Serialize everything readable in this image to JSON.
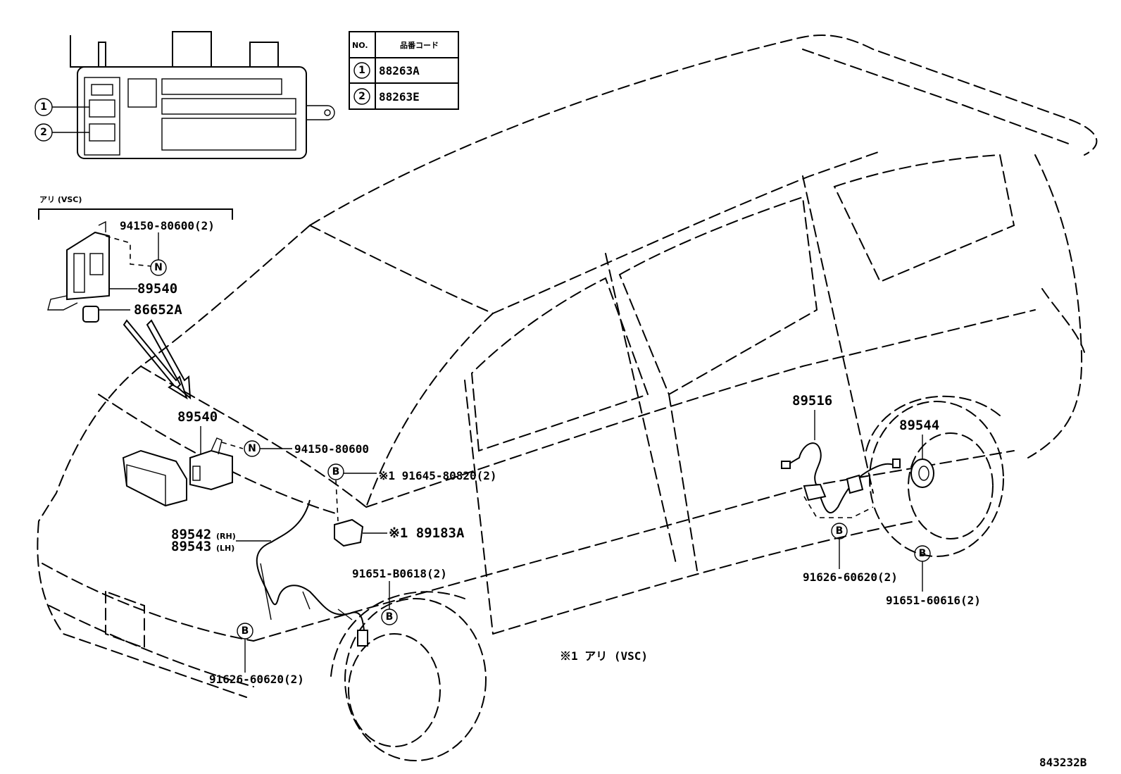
{
  "legend_table": {
    "col_no": "NO.",
    "col_code": "品番コード",
    "rows": [
      {
        "no": "1",
        "code": "88263A"
      },
      {
        "no": "2",
        "code": "88263E"
      }
    ]
  },
  "fuse_box_callouts": [
    "1",
    "2"
  ],
  "vsc_header": "アリ (VSC)",
  "labels": {
    "p94150_80600_2": "94150-80600(2)",
    "p89540_a": "89540",
    "p86652A": "86652A",
    "p89540_b": "89540",
    "p94150_80600": "94150-80600",
    "p91645_80820_2": "※1 91645-80820(2)",
    "p89183A": "※1 89183A",
    "p89542": "89542",
    "p89542_side": "(RH)",
    "p89543": "89543",
    "p89543_side": "(LH)",
    "p91651_B0618_2": "91651-B0618(2)",
    "p91626_60620_2_front": "91626-60620(2)",
    "p89516": "89516",
    "p89544": "89544",
    "p91626_60620_2_rear": "91626-60620(2)",
    "p91651_60616_2": "91651-60616(2)"
  },
  "fastener_marks": {
    "N": "N",
    "B": "B"
  },
  "footnote": "※1 アリ (VSC)",
  "diagram_id": "843232B"
}
